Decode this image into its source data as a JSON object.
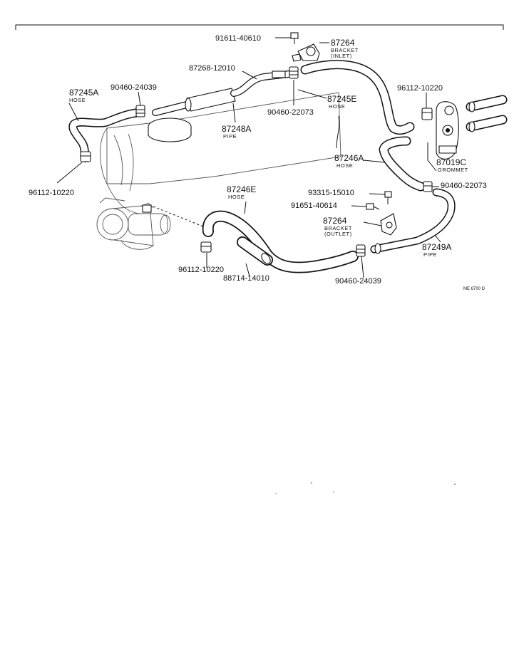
{
  "labels": {
    "p91611": "91611-40610",
    "p87264_top": "87264",
    "bracket_inlet_1": "BRACKET",
    "bracket_inlet_2": "(INLET)",
    "p87268": "87268-12010",
    "p87245A": "87245A",
    "hose_a": "HOSE",
    "p90460_a": "90460-24039",
    "p96112_right": "96112-10220",
    "p87245E": "87245E",
    "hose_e": "HOSE",
    "p90460_22073_a": "90460-22073",
    "p87248A": "87248A",
    "pipe_a": "PIPE",
    "p87246A": "87246A",
    "hose_246a": "HOSE",
    "p87019C": "87019C",
    "grommet": "GROMMET",
    "p96112_left": "96112-10220",
    "p87246E": "87246E",
    "hose_246e": "HOSE",
    "p90460_22073_b": "90460-22073",
    "p93315": "93315-15010",
    "p91651": "91651-40614",
    "p87264_mid": "87264",
    "bracket_outlet_1": "BRACKET",
    "bracket_outlet_2": "(OUTLET)",
    "p87249A": "87249A",
    "pipe_b": "PIPE",
    "p96112_bottom": "96112-10220",
    "p88714": "88714-14010",
    "p90460_bottom": "90460-24039",
    "ref_code": "ME 6700 D"
  }
}
